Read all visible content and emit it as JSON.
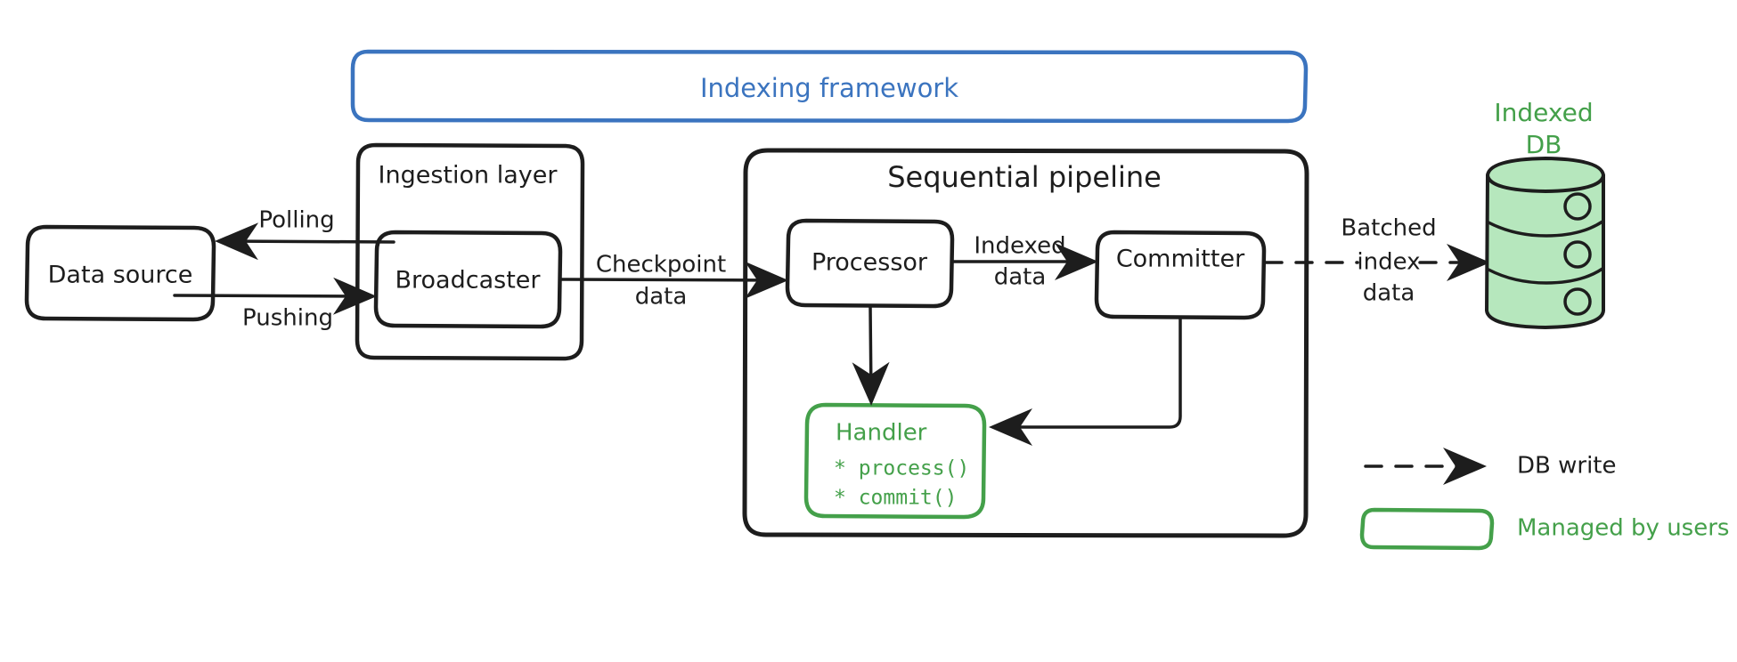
{
  "diagram": {
    "title": "Indexing framework architecture",
    "colors": {
      "accent_blue": "#3b74bf",
      "accent_green": "#44a04a",
      "db_fill": "#b6e7bd",
      "ink": "#1d1d1d",
      "background": "#ffffff"
    },
    "framework_box": {
      "label": "Indexing framework"
    },
    "containers": [
      {
        "id": "ingestion",
        "label": "Ingestion layer"
      },
      {
        "id": "pipeline",
        "label": "Sequential pipeline"
      }
    ],
    "nodes": [
      {
        "id": "data-source",
        "label": "Data source"
      },
      {
        "id": "broadcaster",
        "label": "Broadcaster"
      },
      {
        "id": "processor",
        "label": "Processor"
      },
      {
        "id": "committer",
        "label": "Committer"
      }
    ],
    "handler": {
      "title": "Handler",
      "methods": [
        "* process()",
        "* commit()"
      ]
    },
    "database": {
      "label_line1": "Indexed",
      "label_line2": "DB"
    },
    "edges": [
      {
        "id": "polling",
        "label": "Polling",
        "from": "broadcaster",
        "to": "data-source"
      },
      {
        "id": "pushing",
        "label": "Pushing",
        "from": "data-source",
        "to": "broadcaster"
      },
      {
        "id": "checkpoint",
        "label_line1": "Checkpoint",
        "label_line2": "data",
        "from": "broadcaster",
        "to": "processor"
      },
      {
        "id": "indexed",
        "label_line1": "Indexed",
        "label_line2": "data",
        "from": "processor",
        "to": "committer"
      },
      {
        "id": "batched",
        "label_line1": "Batched",
        "label_line2": "index",
        "label_line3": "data",
        "from": "committer",
        "to": "indexed-db",
        "style": "dashed"
      },
      {
        "id": "processor-handler",
        "label": "",
        "from": "processor",
        "to": "handler"
      },
      {
        "id": "committer-handler",
        "label": "",
        "from": "committer",
        "to": "handler"
      }
    ],
    "legend": [
      {
        "id": "db-write",
        "label": "DB write",
        "style": "dashed-arrow"
      },
      {
        "id": "managed-by-users",
        "label": "Managed by users",
        "style": "green-box"
      }
    ]
  }
}
